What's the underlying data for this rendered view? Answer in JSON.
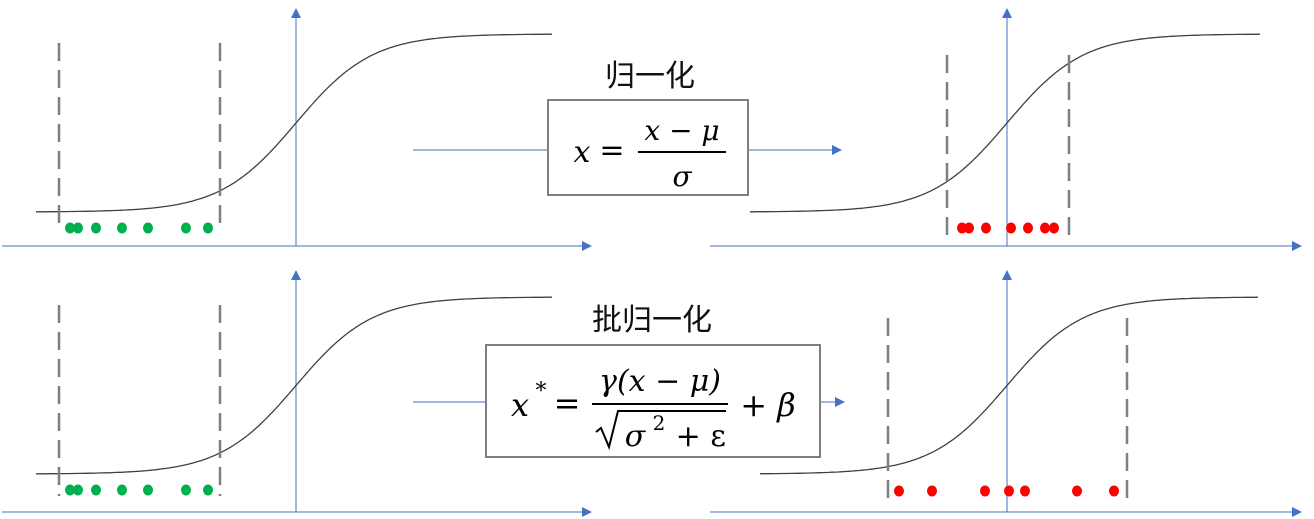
{
  "top": {
    "label": "归一化",
    "formula": {
      "lhs": "x",
      "eq": "=",
      "numerator": "x − μ",
      "denominator": "σ"
    }
  },
  "bottom": {
    "label": "批归一化",
    "formula": {
      "lhs": "x",
      "sup": "*",
      "eq": "=",
      "numerator": "γ(x − μ)",
      "denominator": "σ",
      "den_sup": "2",
      "den_rest": " + ε",
      "plus": "+ β"
    }
  },
  "colors": {
    "axis": "#4472c4",
    "curve": "#404040",
    "dash": "#7f7f7f",
    "before": "#00b050",
    "after": "#ff0000",
    "box": "#7f7f7f"
  }
}
